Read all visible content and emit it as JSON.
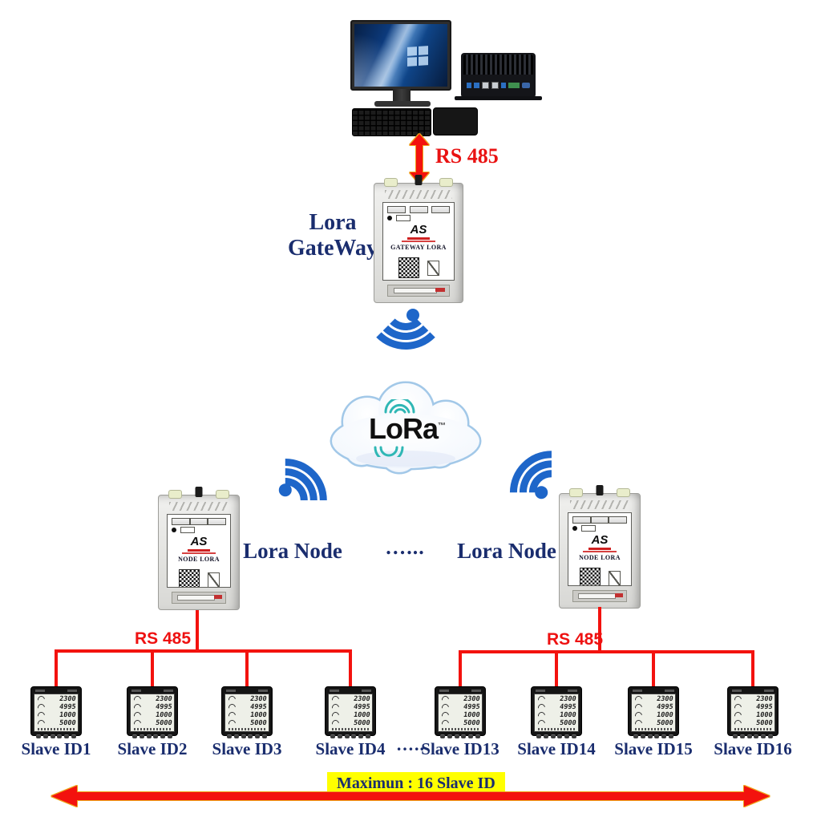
{
  "colors": {
    "navy": "#1a2d6e",
    "red": "#ee1111",
    "wifi_blue": "#1e66c9",
    "cloud_outline": "#a9cdea",
    "teal": "#2fb7b5",
    "highlight_yellow": "#ffff00"
  },
  "top_link": {
    "label": "RS 485"
  },
  "gateway": {
    "caption_line1": "Lora",
    "caption_line2": "GateWay",
    "device_brand": "AS",
    "device_title": "GATEWAY LORA"
  },
  "cloud": {
    "logo_text": "LoRa",
    "trademark": "™"
  },
  "nodes": {
    "left_caption": "Lora Node",
    "right_caption": "Lora Node",
    "separator": "…...",
    "device_brand": "AS",
    "left_device_title": "NODE LORA",
    "right_device_title": "NODE LORA"
  },
  "bus_left": {
    "label": "RS 485",
    "slaves": [
      "Slave ID1",
      "Slave ID2",
      "Slave ID3",
      "Slave ID4"
    ]
  },
  "bus_right": {
    "label": "RS 485",
    "slaves": [
      "Slave ID13",
      "Slave ID14",
      "Slave ID15",
      "Slave ID16"
    ]
  },
  "slave_separator": "…..",
  "meter": {
    "lcd": [
      "2300",
      "4995",
      "1000",
      "5000"
    ]
  },
  "footer": {
    "caption": "Maximun : 16 Slave ID"
  }
}
